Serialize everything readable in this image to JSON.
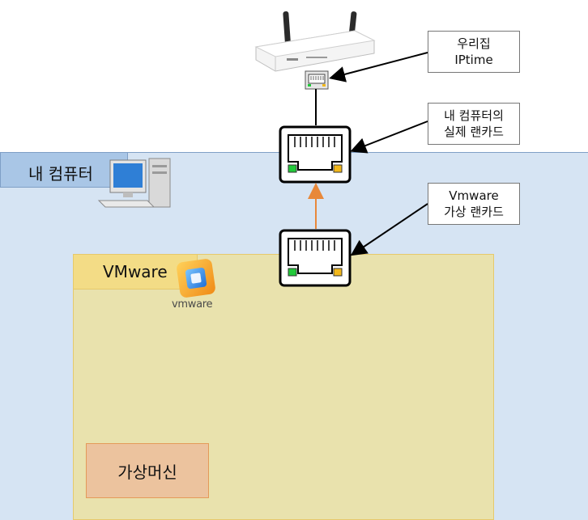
{
  "areas": {
    "my_computer": "내 컴퓨터",
    "vmware": "VMware",
    "virtual_machine": "가상머신"
  },
  "callouts": {
    "router": [
      "우리집",
      "IPtime"
    ],
    "real_nic": [
      "내 컴퓨터의",
      "실제 랜카드"
    ],
    "virtual_nic": [
      "Vmware",
      "가상 랜카드"
    ]
  },
  "logo": {
    "vmware_wordmark": "vmware"
  },
  "icons": {
    "router": "wifi-router-icon",
    "computer": "desktop-computer-icon",
    "real_nic": "ethernet-port-icon",
    "virtual_nic": "ethernet-port-icon",
    "vmware": "vmware-logo-icon"
  },
  "colors": {
    "pc_area": "#d6e4f3",
    "pc_label": "#a9c6e6",
    "vm_area": "#e9e2ad",
    "vm_label": "#f3dc86",
    "guest_box": "#ecc39e",
    "arrow_orange": "#e8883a",
    "led_green": "#22c93a",
    "led_yellow": "#f2b81c"
  }
}
